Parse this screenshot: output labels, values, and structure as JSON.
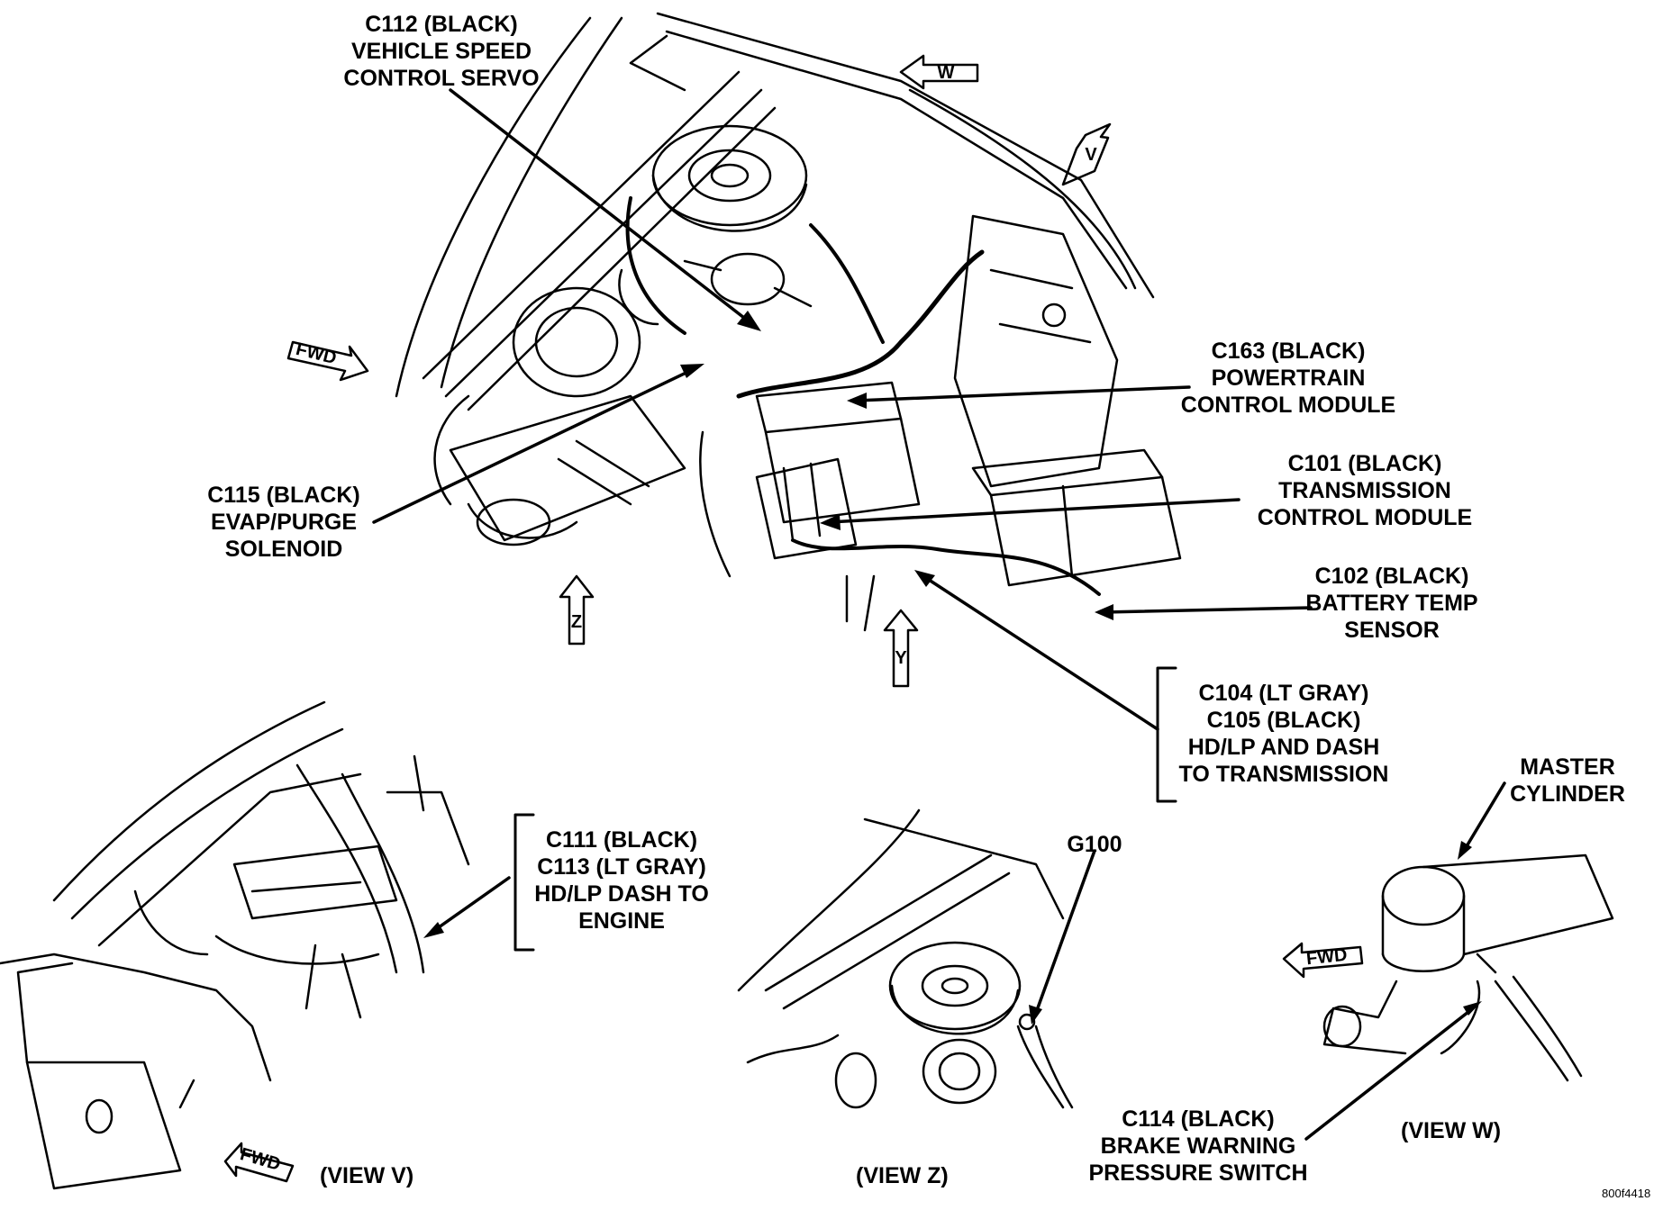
{
  "labels": {
    "c112": [
      "C112 (BLACK)",
      "VEHICLE SPEED",
      "CONTROL SERVO"
    ],
    "c163": [
      "C163 (BLACK)",
      "POWERTRAIN",
      "CONTROL MODULE"
    ],
    "c101": [
      "C101 (BLACK)",
      "TRANSMISSION",
      "CONTROL MODULE"
    ],
    "c102": [
      "C102 (BLACK)",
      "BATTERY TEMP",
      "SENSOR"
    ],
    "c115": [
      "C115 (BLACK)",
      "EVAP/PURGE",
      "SOLENOID"
    ],
    "c104": [
      "C104 (LT GRAY)",
      "C105 (BLACK)",
      "HD/LP AND DASH",
      "TO TRANSMISSION"
    ],
    "c111": [
      "C111 (BLACK)",
      "C113 (LT GRAY)",
      "HD/LP DASH TO",
      "ENGINE"
    ],
    "master": [
      "MASTER",
      "CYLINDER"
    ],
    "g100": "G100",
    "c114": [
      "C114 (BLACK)",
      "BRAKE WARNING",
      "PRESSURE SWITCH"
    ]
  },
  "views": {
    "v": "(VIEW V)",
    "z": "(VIEW Z)",
    "w": "(VIEW W)"
  },
  "indicators": {
    "w": "W",
    "v": "V",
    "z": "Z",
    "y": "Y",
    "fwd": "FWD"
  },
  "figure_id": "800f4418"
}
